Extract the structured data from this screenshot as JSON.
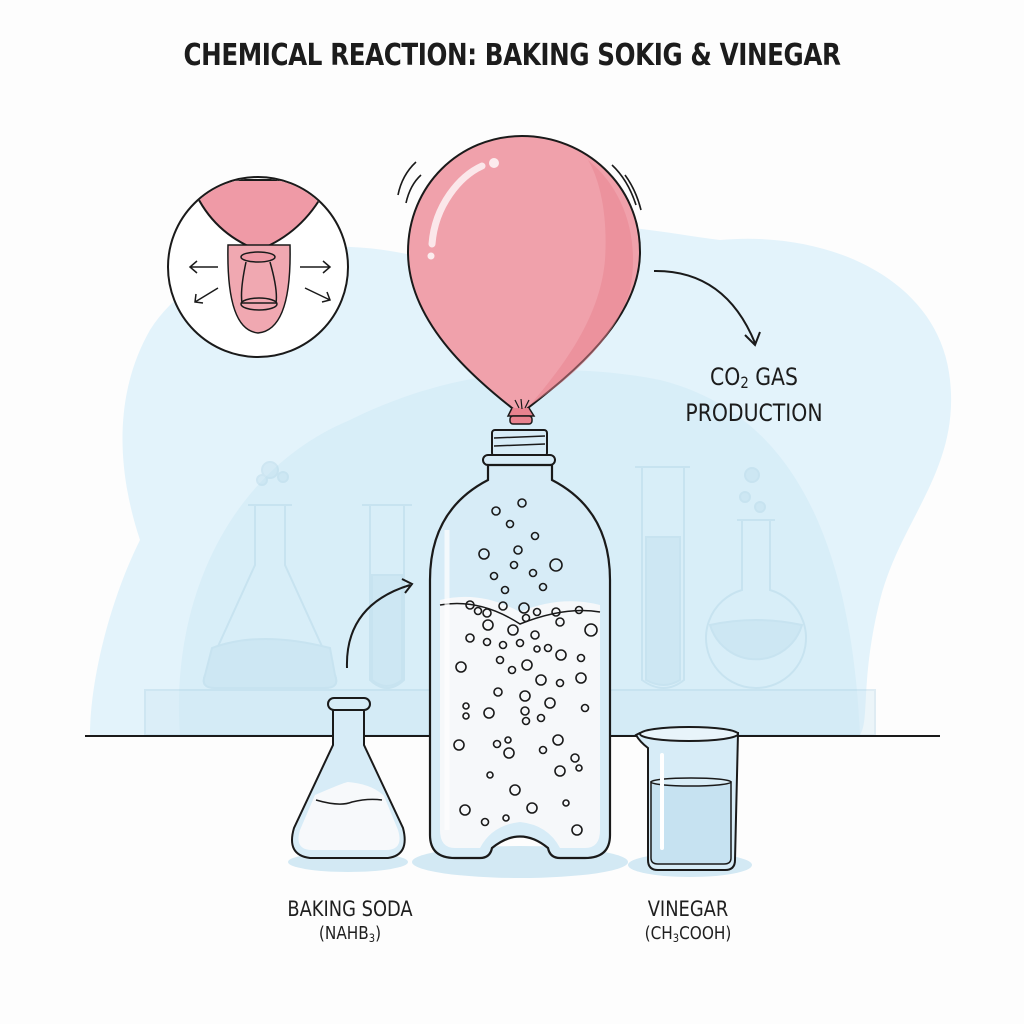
{
  "title": "CHEMICAL REACTION: BAKING SOKIG & VINEGAR",
  "annotation": {
    "gas_line1_prefix": "CO",
    "gas_line1_sub": "2",
    "gas_line1_suffix": " GAS",
    "gas_line2": "PRODUCTION"
  },
  "labels": {
    "baking_soda": {
      "name": "BAKING SODA",
      "formula_prefix": "(NAHB",
      "formula_sub": "3",
      "formula_suffix": ")"
    },
    "vinegar": {
      "name": "VINEGAR",
      "formula_prefix": "(CH",
      "formula_sub": "3",
      "formula_suffix": "COOH)"
    }
  },
  "colors": {
    "balloon": "#f0a0aa",
    "balloon_dark": "#e8848f",
    "glass": "#cfe8f5",
    "background_blob": "#d8eef8",
    "outline": "#1a1a1a"
  }
}
